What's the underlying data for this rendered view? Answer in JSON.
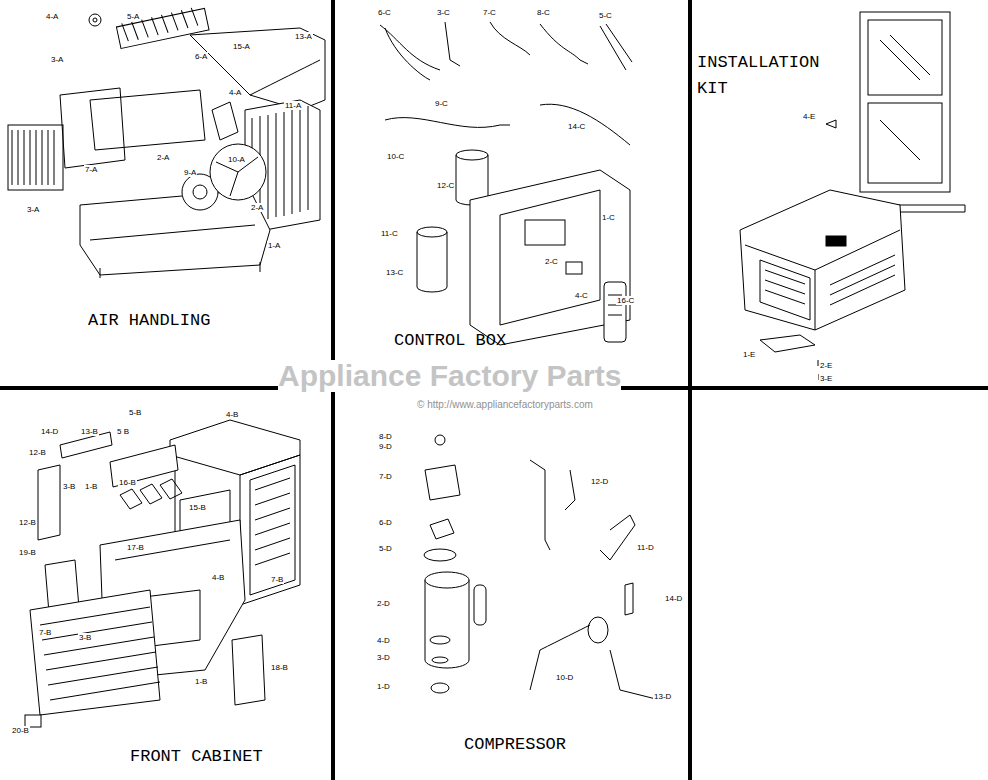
{
  "diagram": {
    "nodes": [
      {
        "text": [
          "AIR HANDLING"
        ]
      },
      {
        "text": [
          "CONTROL BOX"
        ]
      },
      {
        "text": [
          "INSTALLATION KIT"
        ]
      },
      {
        "text": [
          "FRONT CABINET"
        ]
      },
      {
        "text": [
          "COMPRESSOR"
        ]
      }
    ],
    "labels": [
      "4-A",
      "5-A",
      "13-A",
      "15-A",
      "6-A",
      "3-A",
      "4-A",
      "11-A",
      "7-A",
      "2-A",
      "10-A",
      "9-A",
      "2-A",
      "3-A",
      "1-A",
      "6-C",
      "3-C",
      "7-C",
      "8-C",
      "5-C",
      "9-C",
      "14-C",
      "10-C",
      "12-C",
      "1-C",
      "11-C",
      "2-C",
      "13-C",
      "4-C",
      "16-C",
      "4-E",
      "1-E",
      "2-E",
      "3-E",
      "14-D",
      "13-B",
      "5-B",
      "4-B",
      "5 B",
      "12-B",
      "16-B",
      "3-B",
      "1-B",
      "15-B",
      "12-B",
      "19-B",
      "17-B",
      "4-B",
      "7-B",
      "7-B",
      "3-B",
      "1-B",
      "18-B",
      "20-B",
      "8-D",
      "9-D",
      "7-D",
      "12-D",
      "6-D",
      "5-D",
      "11-D",
      "2-D",
      "14-D",
      "4-D",
      "3-D",
      "1-D",
      "10-D",
      "13-D",
      "Appliance Factory Parts",
      "© http://www.appliancefactoryparts.com"
    ]
  }
}
